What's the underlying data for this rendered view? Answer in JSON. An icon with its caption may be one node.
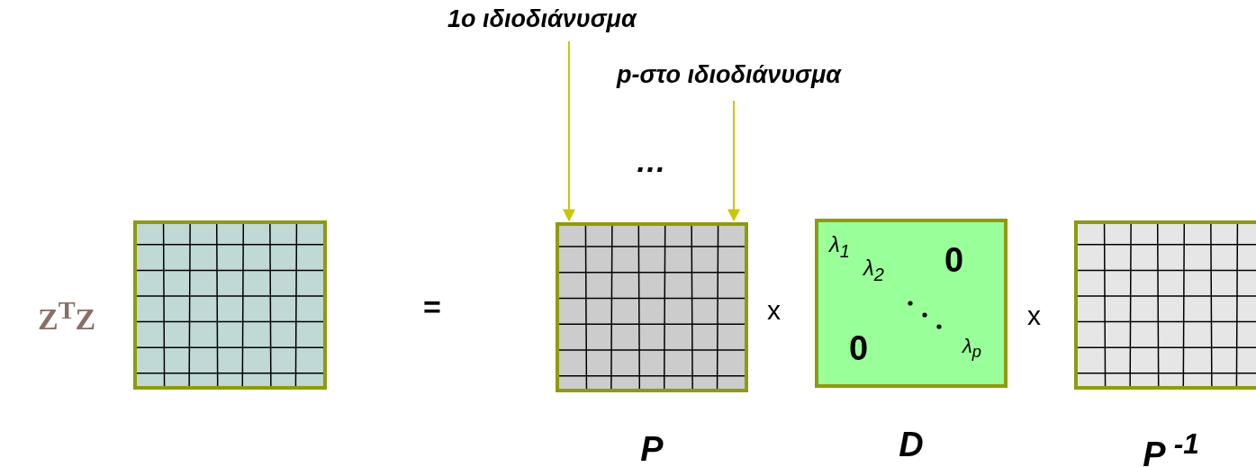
{
  "diagram": {
    "nodes": [
      {
        "text": [
          "1ο ιδιοδιάνυσμα"
        ]
      },
      {
        "text": [
          "p-στο ιδιοδιάνυσμα"
        ]
      },
      {
        "text": [],
        "shape": "box",
        "beside": [
          "Z$^{T}$Z"
        ]
      },
      {
        "text": [
          "P"
        ]
      },
      {
        "text": [
          "D",
          "λ$_{1}$",
          "λ$_{2}$",
          "0",
          "0",
          "λ$_{p}$"
        ]
      },
      {
        "text": [
          "P $^{-1}$"
        ]
      }
    ],
    "edges": [
      {
        "from": 0,
        "to": 3,
        "arrow": "to"
      },
      {
        "from": 1,
        "to": 3,
        "arrow": "to"
      }
    ],
    "labels": [
      "…",
      "=",
      "x",
      "x"
    ]
  }
}
